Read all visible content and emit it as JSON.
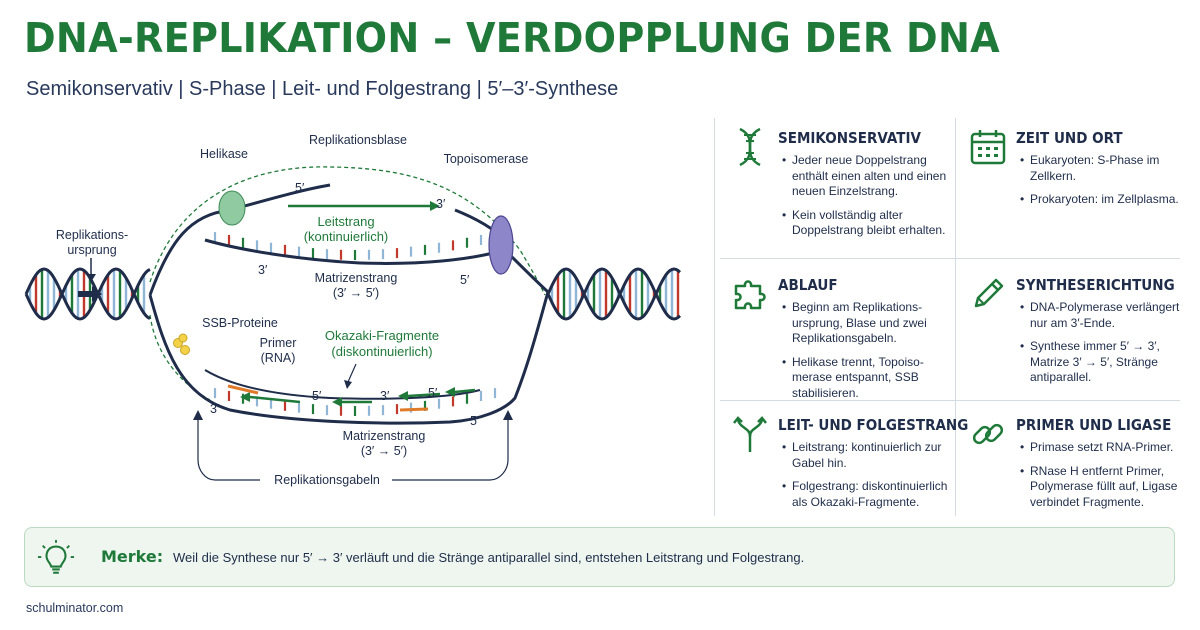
{
  "header": {
    "title": "DNA-REPLIKATION – VERDOPPLUNG DER DNA",
    "subtitle": "Semikonservativ | S-Phase | Leit- und Folgestrang | 5′–3′-Synthese"
  },
  "diagram": {
    "labels": {
      "origin": [
        "Replikations-",
        "ursprung"
      ],
      "helicase": "Helikase",
      "bubble": "Replikationsblase",
      "topoisomerase": "Topoisomerase",
      "leading": [
        "Leitstrang",
        "(kontinuierlich)"
      ],
      "template_top": [
        "Matrizenstrang",
        "(3′ → 5′)"
      ],
      "ssb": "SSB-Proteine",
      "primer": [
        "Primer",
        "(RNA)"
      ],
      "okazaki": [
        "Okazaki-Fragmente",
        "(diskontinuierlich)"
      ],
      "template_bottom": [
        "Matrizenstrang",
        "(3′ → 5′)"
      ],
      "forks": "Replikationsgabeln"
    },
    "ends": {
      "top_5": "5′",
      "top_3": "3′",
      "mat_top_3": "3′",
      "mat_top_5": "5′",
      "frag_a_5": "5′",
      "frag_b_3": "3′",
      "frag_c_5": "5′",
      "bot_left_3": "3′",
      "bot_right_5": "5′"
    }
  },
  "panels": [
    {
      "title": "SEMIKONSERVATIV",
      "icon": "dna-icon",
      "items": [
        "Jeder neue Doppelstrang enthält einen alten und einen neuen Einzelstrang.",
        "Kein vollständig alter Doppelstrang bleibt erhalten."
      ]
    },
    {
      "title": "ZEIT UND ORT",
      "icon": "calendar-icon",
      "items": [
        "Eukaryoten: S-Phase im Zellkern.",
        "Prokaryoten: im Zellplasma."
      ]
    },
    {
      "title": "ABLAUF",
      "icon": "puzzle-icon",
      "items": [
        "Beginn am Replikations-ursprung, Blase und zwei Replikationsgabeln.",
        "Helikase trennt, Topoiso-merase entspannt, SSB stabilisieren."
      ]
    },
    {
      "title": "SYNTHESERICHTUNG",
      "icon": "pencil-icon",
      "items": [
        "DNA-Polymerase verlängert nur am 3′-Ende.",
        "Synthese immer 5′ → 3′, Matrize 3′ → 5′, Stränge antiparallel."
      ]
    },
    {
      "title": "LEIT- UND FOLGESTRANG",
      "icon": "fork-arrow-icon",
      "items": [
        "Leitstrang: kontinuierlich zur Gabel hin.",
        "Folgestrang: diskontinuierlich als Okazaki-Fragmente."
      ]
    },
    {
      "title": "PRIMER UND LIGASE",
      "icon": "link-icon",
      "items": [
        "Primase setzt RNA-Primer.",
        "RNase H entfernt Primer, Polymerase füllt auf, Ligase verbindet Fragmente."
      ]
    }
  ],
  "merke": {
    "label": "Merke:",
    "text": "Weil die Synthese nur 5′ → 3′ verläuft und die Stränge antiparallel sind, entstehen Leitstrang und Folgestrang."
  },
  "footer": {
    "text": "schulminator.com"
  },
  "colors": {
    "green": "#1f7a3a",
    "navy": "#1f2d4a",
    "light_blue": "#8fb6d6",
    "red": "#c0392b",
    "orange": "#e07b2a"
  }
}
